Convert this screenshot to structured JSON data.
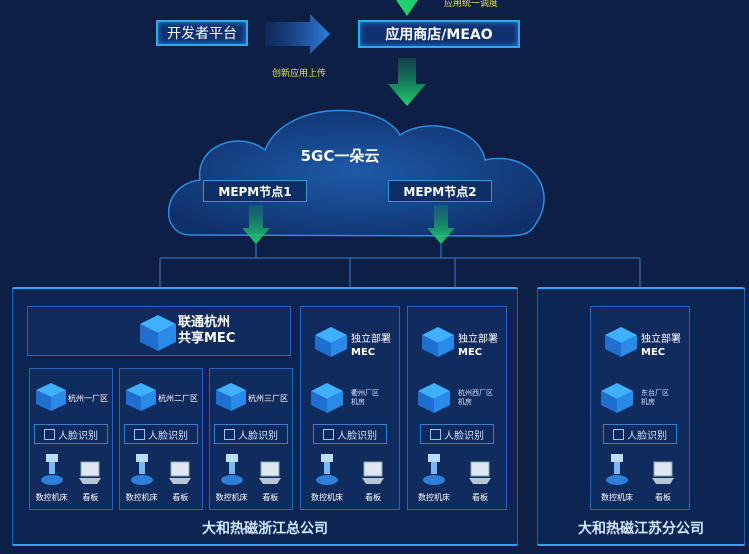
{
  "top": {
    "dev_platform": "开发者平台",
    "app_store": "应用商店/MEAO",
    "upload_note": "创新应用上传",
    "top_note": "应用统一调度"
  },
  "cloud": {
    "title": "5GC一朵云",
    "node1": "MEPM节点1",
    "node2": "MEPM节点2"
  },
  "zhejiang": {
    "company": "大和热磁浙江总公司",
    "shared_mec": {
      "line1": "联通杭州",
      "line2": "共享MEC"
    },
    "indep1": {
      "line1": "独立部署",
      "line2": "MEC",
      "site": "衢州厂区\n机房"
    },
    "indep2": {
      "line1": "独立部署",
      "line2": "MEC",
      "site": "杭州西厂区\n机房"
    },
    "plants": [
      "杭州一厂区",
      "杭州二厂区",
      "杭州三厂区"
    ]
  },
  "jiangsu": {
    "company": "大和热磁江苏分公司",
    "indep": {
      "line1": "独立部署",
      "line2": "MEC",
      "site": "东台厂区\n机房"
    }
  },
  "labels": {
    "face": "人脸识别",
    "cnc": "数控机床",
    "board": "看板"
  },
  "colors": {
    "bg": "#0d1f45",
    "accent": "#32a6ff",
    "arrow": "#1fc26a",
    "note": "#e6e24a"
  }
}
